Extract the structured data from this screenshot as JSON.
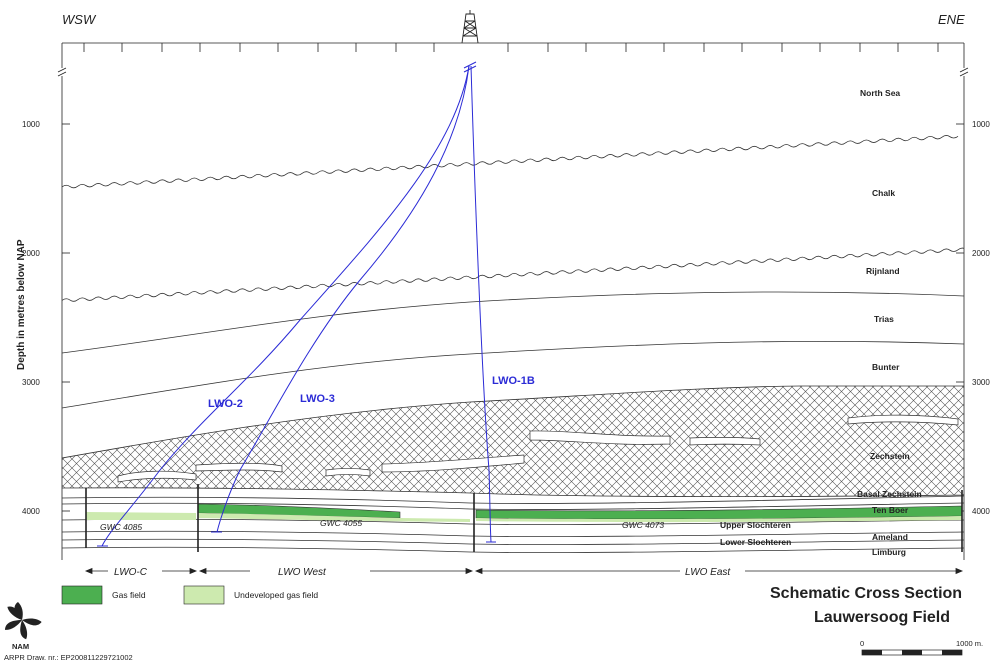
{
  "directions": {
    "left": "WSW",
    "right": "ENE"
  },
  "axis": {
    "label": "Depth in metres below NAP",
    "ticks_left": [
      "1000",
      "2000",
      "3000",
      "4000"
    ],
    "ticks_right": [
      "1000",
      "2000",
      "3000",
      "4000"
    ]
  },
  "layers": {
    "north_sea": "North Sea",
    "chalk": "Chalk",
    "rijnland": "Rijnland",
    "trias": "Trias",
    "bunter": "Bunter",
    "zechstein": "Zechstein",
    "basal_zechstein": "Basal Zechstein",
    "ten_boer": "Ten Boer",
    "upper_slochteren": "Upper Slochteren",
    "ameland": "Ameland",
    "lower_slochteren": "Lower Slochteren",
    "limburg": "Limburg"
  },
  "gwc": {
    "c": "GWC 4085",
    "west": "GWC 4055",
    "east": "GWC 4073"
  },
  "wells": {
    "lwo2": "LWO-2",
    "lwo3": "LWO-3",
    "lwo1b": "LWO-1B"
  },
  "blocks": {
    "c": "LWO-C",
    "west": "LWO West",
    "east": "LWO East"
  },
  "legend": {
    "gas": "Gas field",
    "undeveloped": "Undeveloped gas field"
  },
  "colors": {
    "gas": "#4caf50",
    "undeveloped": "#cdeaaf",
    "well": "#2b2bd6"
  },
  "title": {
    "line1": "Schematic Cross Section",
    "line2": "Lauwersoog Field"
  },
  "scale": {
    "start": "0",
    "end": "1000 m."
  },
  "logo": {
    "text": "NAM"
  },
  "footer": {
    "draw_nr": "ARPR Draw. nr.: EP200811229721002"
  }
}
